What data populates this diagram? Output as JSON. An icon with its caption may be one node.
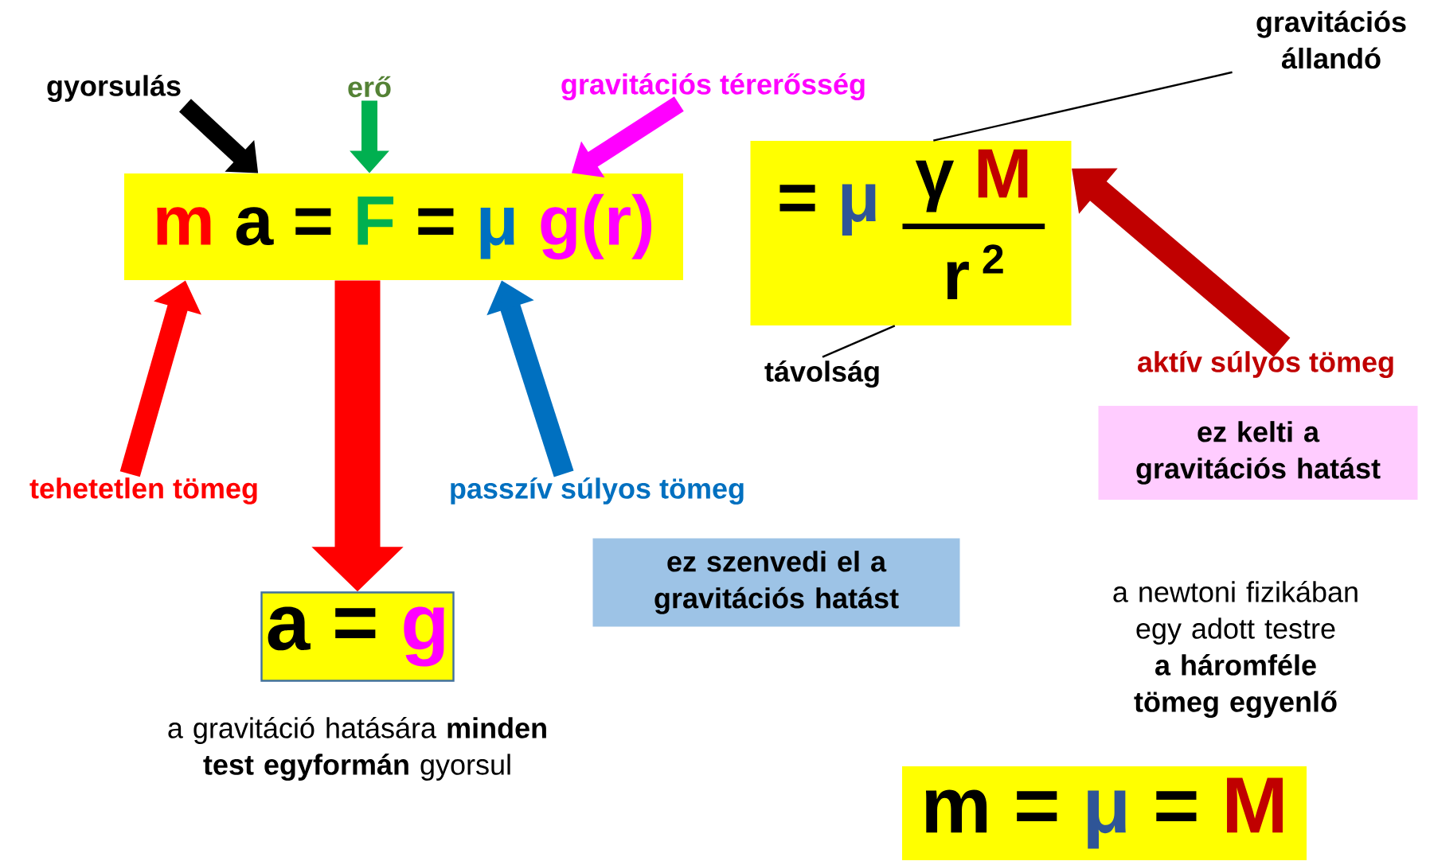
{
  "diagram": {
    "nodes": [
      {
        "text": [
          "m",
          "a",
          "=",
          "F",
          "=",
          "μ",
          "g(r)"
        ]
      },
      {
        "text": [
          "=",
          "μ",
          "γ",
          "M",
          "r",
          "2"
        ]
      },
      {
        "text": [
          "a",
          "=",
          "g"
        ]
      },
      {
        "text": [
          "m",
          "=",
          "μ",
          "=",
          "M"
        ]
      },
      {
        "text": [
          "ez kelti a gravitációs hatást"
        ]
      },
      {
        "text": [
          "ez szenvedi el a gravitációs hatást"
        ]
      },
      {
        "text": [
          "gyorsulás"
        ]
      },
      {
        "text": [
          "erő"
        ]
      },
      {
        "text": [
          "gravitációs térerősség"
        ]
      },
      {
        "text": [
          "gravitációs állandó"
        ]
      },
      {
        "text": [
          "távolság"
        ]
      },
      {
        "text": [
          "aktív súlyos tömeg"
        ]
      },
      {
        "text": [
          "tehetetlen tömeg"
        ]
      },
      {
        "text": [
          "passzív súlyos tömeg"
        ]
      }
    ],
    "edges": [
      {
        "from": 6,
        "to": 0,
        "arrow": "to",
        "color": "#000000"
      },
      {
        "from": 7,
        "to": 0,
        "arrow": "to",
        "color": "#00b050"
      },
      {
        "from": 8,
        "to": 0,
        "arrow": "to",
        "color": "#ff00ff"
      },
      {
        "from": 12,
        "to": 0,
        "arrow": "to",
        "color": "#ff0000"
      },
      {
        "from": 13,
        "to": 0,
        "arrow": "to",
        "color": "#0070c0"
      },
      {
        "from": 11,
        "to": 1,
        "arrow": "to",
        "color": "#c00000"
      },
      {
        "from": 9,
        "to": 1,
        "arrow": "none"
      },
      {
        "from": 10,
        "to": 1,
        "arrow": "none"
      },
      {
        "from": 0,
        "to": 2,
        "arrow": "to",
        "style": "thick",
        "color": "#ff0000"
      }
    ],
    "labels": [
      "a gravitáció hatására **minden test egyformán** gyorsul",
      "a newtoni fizikában egy adott testre **a háromféle tömeg egyenlő**"
    ]
  }
}
